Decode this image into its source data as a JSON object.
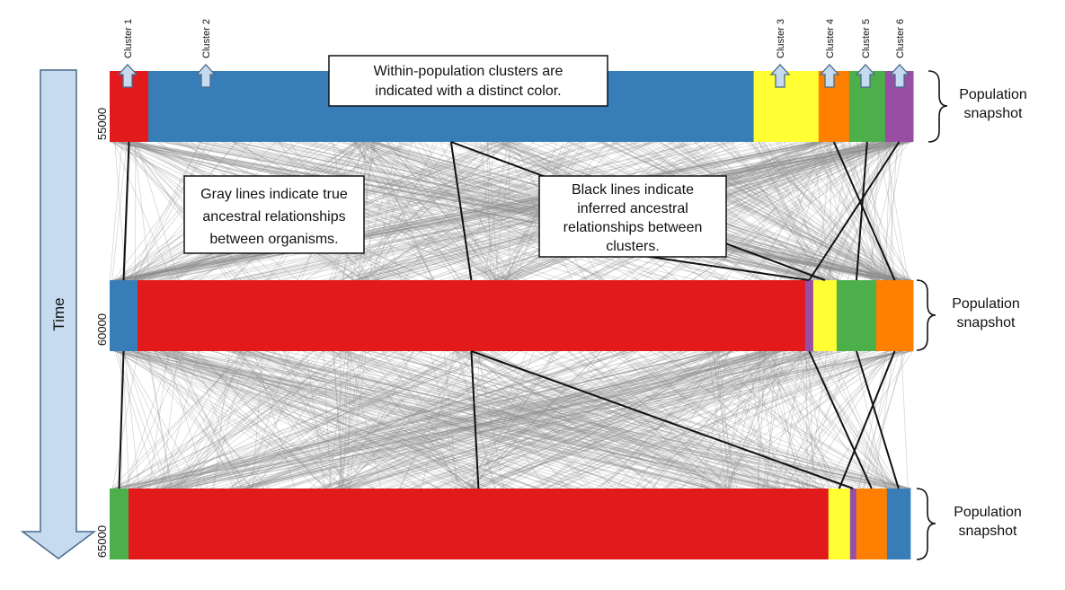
{
  "time_axis": {
    "label": "Time"
  },
  "cluster_labels": [
    "Cluster 1",
    "Cluster 2",
    "Cluster 3",
    "Cluster 4",
    "Cluster 5",
    "Cluster 6"
  ],
  "snapshots": [
    {
      "label": "55000",
      "side_label_line1": "Population",
      "side_label_line2": "snapshot",
      "segments": [
        {
          "cluster": 1,
          "color": "#e31a1c",
          "fraction": 0.0482
        },
        {
          "cluster": 2,
          "color": "#377eb8",
          "fraction": 0.7534
        },
        {
          "cluster": 3,
          "color": "#ffff33",
          "fraction": 0.0807
        },
        {
          "cluster": 4,
          "color": "#ff7f00",
          "fraction": 0.0381
        },
        {
          "cluster": 5,
          "color": "#4daf4a",
          "fraction": 0.0448
        },
        {
          "cluster": 6,
          "color": "#984ea3",
          "fraction": 0.0348
        }
      ]
    },
    {
      "label": "60000",
      "side_label_line1": "Population",
      "side_label_line2": "snapshot",
      "segments": [
        {
          "cluster": 2,
          "color": "#377eb8",
          "fraction": 0.0347
        },
        {
          "cluster": 1,
          "color": "#e31a1c",
          "fraction": 0.8309
        },
        {
          "cluster": 6,
          "color": "#984ea3",
          "fraction": 0.0101
        },
        {
          "cluster": 3,
          "color": "#ffff33",
          "fraction": 0.0291
        },
        {
          "cluster": 5,
          "color": "#4daf4a",
          "fraction": 0.0493
        },
        {
          "cluster": 4,
          "color": "#ff7f00",
          "fraction": 0.0459
        }
      ]
    },
    {
      "label": "65000",
      "side_label_line1": "Population",
      "side_label_line2": "snapshot",
      "segments": [
        {
          "cluster": 5,
          "color": "#4daf4a",
          "fraction": 0.0235
        },
        {
          "cluster": 1,
          "color": "#e31a1c",
          "fraction": 0.8711
        },
        {
          "cluster": 3,
          "color": "#ffff33",
          "fraction": 0.0269
        },
        {
          "cluster": 6,
          "color": "#984ea3",
          "fraction": 0.0078
        },
        {
          "cluster": 4,
          "color": "#ff7f00",
          "fraction": 0.0381
        },
        {
          "cluster": 2,
          "color": "#377eb8",
          "fraction": 0.0291
        }
      ]
    }
  ],
  "inferred_links": [
    {
      "from_snapshot": 0,
      "to_snapshot": 1,
      "pairs": [
        [
          0,
          0
        ],
        [
          1,
          1
        ],
        [
          3,
          5
        ],
        [
          4,
          4
        ],
        [
          5,
          2
        ],
        [
          1,
          3
        ]
      ]
    },
    {
      "from_snapshot": 1,
      "to_snapshot": 2,
      "pairs": [
        [
          0,
          0
        ],
        [
          1,
          1
        ],
        [
          4,
          5
        ],
        [
          5,
          2
        ],
        [
          1,
          3
        ],
        [
          2,
          4
        ]
      ]
    }
  ],
  "callouts": [
    {
      "id": "clusters_note",
      "line1": "Within-population clusters are",
      "line2": "indicated with a distinct color."
    },
    {
      "id": "gray_note",
      "line1": "Gray lines indicate true",
      "line2": "ancestral relationships",
      "line3": "between organisms."
    },
    {
      "id": "black_note",
      "line1": "Black lines indicate",
      "line2": "inferred ancestral",
      "line3": "relationships between",
      "line4": "clusters."
    }
  ],
  "colors": {
    "gray_line": "#8c8c8c",
    "black_line": "#111111",
    "arrow_fill": "#c6dbef",
    "arrow_stroke": "#4a6b8a"
  }
}
